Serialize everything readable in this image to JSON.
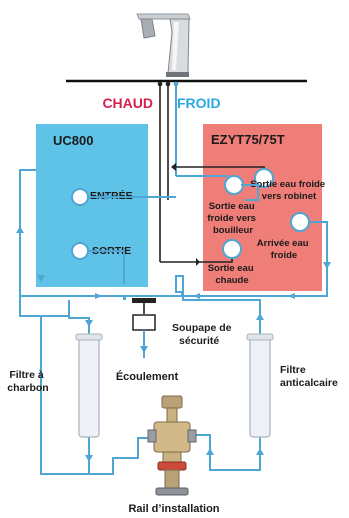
{
  "sections": {
    "hot_label": "CHAUD",
    "cold_label": "FROID",
    "hot_color": "#d6204f",
    "cold_color": "#2aa8e0"
  },
  "uc800": {
    "title": "UC800",
    "color": "#5ec3e6",
    "inlet": "ENTRÉE",
    "outlet": "SORTIE"
  },
  "ezyt": {
    "title": "EZYT75/75T",
    "color": "#ef7d78",
    "port_cold_tap": [
      "Sortie eau froide",
      "vers robinet"
    ],
    "port_cold_boiler": [
      "Sortie eau",
      "froide vers",
      "bouilleur"
    ],
    "port_cold_inlet": [
      "Arrivée eau",
      "froide"
    ],
    "port_hot_out": [
      "Sortie eau",
      "chaude"
    ]
  },
  "components": {
    "valve": [
      "Soupape de",
      "sécurité"
    ],
    "drain": "Écoulement",
    "carbon_filter": [
      "Filtre à",
      "charbon"
    ],
    "scale_filter": [
      "Filtre",
      "anticalcaire"
    ],
    "rail": "Rail d’installation"
  },
  "colors": {
    "pipe": "#4fa6d4",
    "pipe_dark": "#222222",
    "filter_body": "#eef2f6"
  }
}
